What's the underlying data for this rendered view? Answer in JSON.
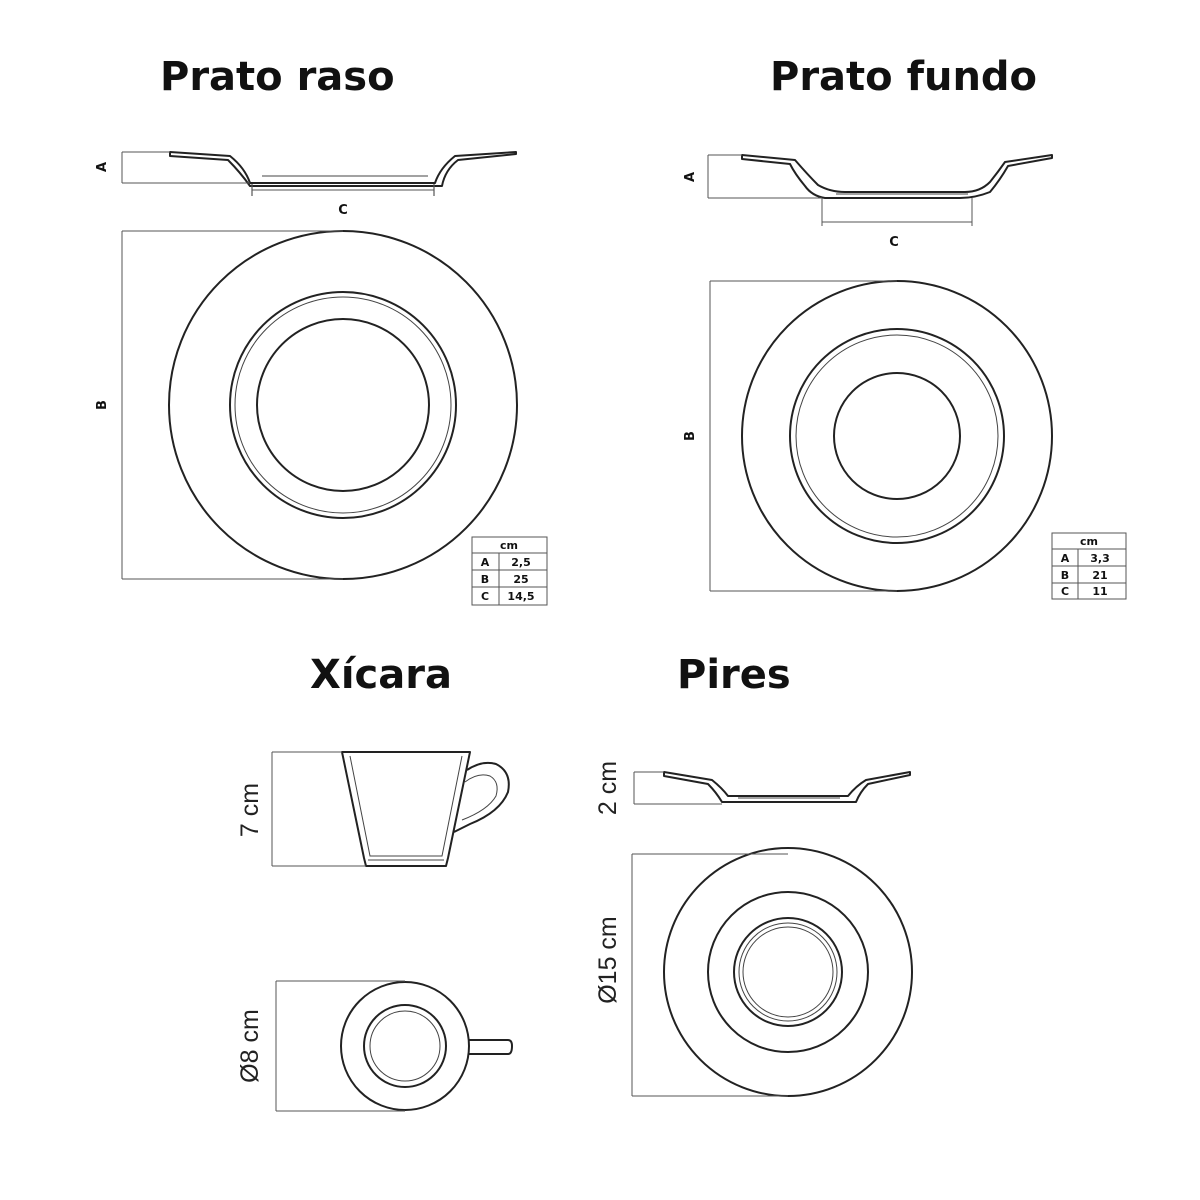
{
  "sections": {
    "prato_raso": {
      "title": "Prato raso",
      "dim_a": "A",
      "dim_b": "B",
      "dim_c": "C",
      "table": {
        "unit": "cm",
        "rows": [
          {
            "key": "A",
            "value": "2,5"
          },
          {
            "key": "B",
            "value": "25"
          },
          {
            "key": "C",
            "value": "14,5"
          }
        ]
      }
    },
    "prato_fundo": {
      "title": "Prato fundo",
      "dim_a": "A",
      "dim_b": "B",
      "dim_c": "C",
      "table": {
        "unit": "cm",
        "rows": [
          {
            "key": "A",
            "value": "3,3"
          },
          {
            "key": "B",
            "value": "21"
          },
          {
            "key": "C",
            "value": "11"
          }
        ]
      }
    },
    "xicara": {
      "title": "Xícara",
      "height_label": "7 cm",
      "diameter_label": "Ø8 cm"
    },
    "pires": {
      "title": "Pires",
      "height_label": "2 cm",
      "diameter_label": "Ø15 cm"
    }
  },
  "colors": {
    "ink": "#222222",
    "background": "#ffffff"
  }
}
